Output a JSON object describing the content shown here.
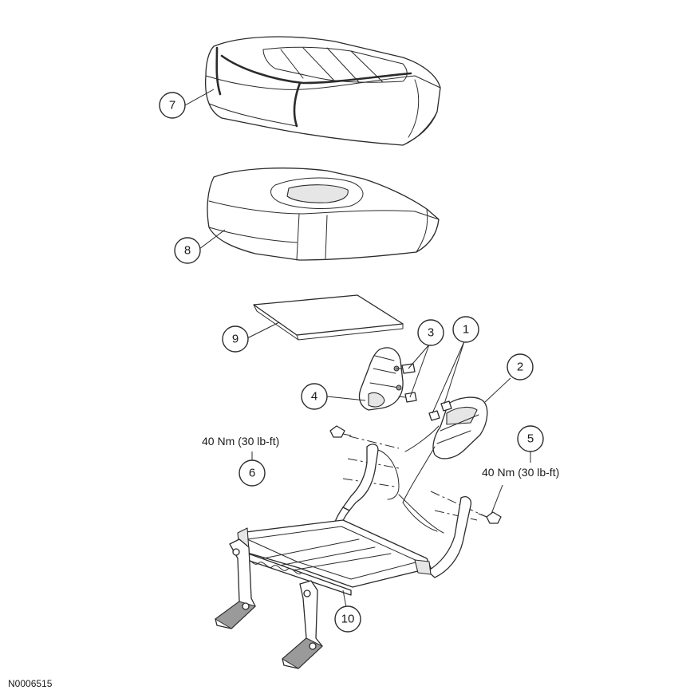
{
  "callouts": {
    "c1": "1",
    "c2": "2",
    "c3": "3",
    "c4": "4",
    "c5": "5",
    "c6": "6",
    "c7": "7",
    "c8": "8",
    "c9": "9",
    "c10": "10"
  },
  "torque": {
    "left": "40 Nm (30 lb-ft)",
    "right": "40 Nm (30 lb-ft)"
  },
  "figure_id": "N0006515"
}
